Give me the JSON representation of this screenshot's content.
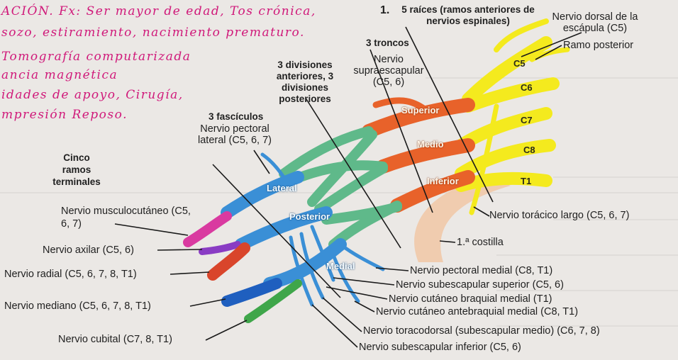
{
  "handwritten": {
    "line1": "ACIÓN. Fx: Ser mayor de edad, Tos crónica,",
    "line2": "sozo, estiramiento, nacimiento prematuro.",
    "line3": "Tomografía computarizada",
    "line4": "ancia magnética",
    "line5": "idades de apoyo, Cirugía,",
    "line6": "mpresión Reposo."
  },
  "header": {
    "number": "1.",
    "roots": "5 raíces (ramos anteriores de nervios espinales)",
    "trunks": "3 troncos",
    "divisions": "3 divisiones anteriores, 3 divisiones posteriores",
    "cords": "3 fascículos",
    "terminals": "Cinco ramos terminales"
  },
  "roots": [
    "C5",
    "C6",
    "C7",
    "C8",
    "T1"
  ],
  "trunks": [
    "Superior",
    "Medio",
    "Inferior"
  ],
  "cords": [
    "Lateral",
    "Posterior",
    "Medial"
  ],
  "labels": {
    "dorsal_scapular": "Nervio dorsal de la escápula (C5)",
    "posterior_ramus": "Ramo posterior",
    "suprascapular": "Nervio supraescapular (C5, 6)",
    "lateral_pectoral": "Nervio pectoral lateral (C5, 6, 7)",
    "long_thoracic": "Nervio torácico largo (C5, 6, 7)",
    "first_rib": "1.ª costilla",
    "medial_pectoral": "Nervio pectoral medial (C8, T1)",
    "upper_subscapular": "Nervio subescapular superior (C5, 6)",
    "medial_brachial_cutaneous": "Nervio cutáneo braquial medial (T1)",
    "medial_antebrachial_cutaneous": "Nervio cutáneo antebraquial medial (C8, T1)",
    "thoracodorsal": "Nervio toracodorsal (subescapular medio) (C6, 7, 8)",
    "lower_subscapular": "Nervio subescapular inferior (C5, 6)",
    "musculocutaneous": "Nervio musculocutáneo (C5, 6, 7)",
    "axillary": "Nervio axilar (C5, 6)",
    "radial": "Nervio radial (C5, 6, 7, 8, T1)",
    "median": "Nervio mediano (C5, 6, 7, 8, T1)",
    "ulnar": "Nervio cubital (C7, 8, T1)"
  },
  "colors": {
    "roots": "#f4ea1e",
    "trunks": "#e8622a",
    "divisions": "#5fb98a",
    "cords": "#3a8fd6",
    "musculocutaneous": "#d93aa0",
    "axillary": "#8a3cc4",
    "radial": "#d9452b",
    "median": "#1f5fbf",
    "ulnar": "#3fa64a",
    "rib": "#f1c9a8",
    "handwriting": "#d0197a"
  }
}
